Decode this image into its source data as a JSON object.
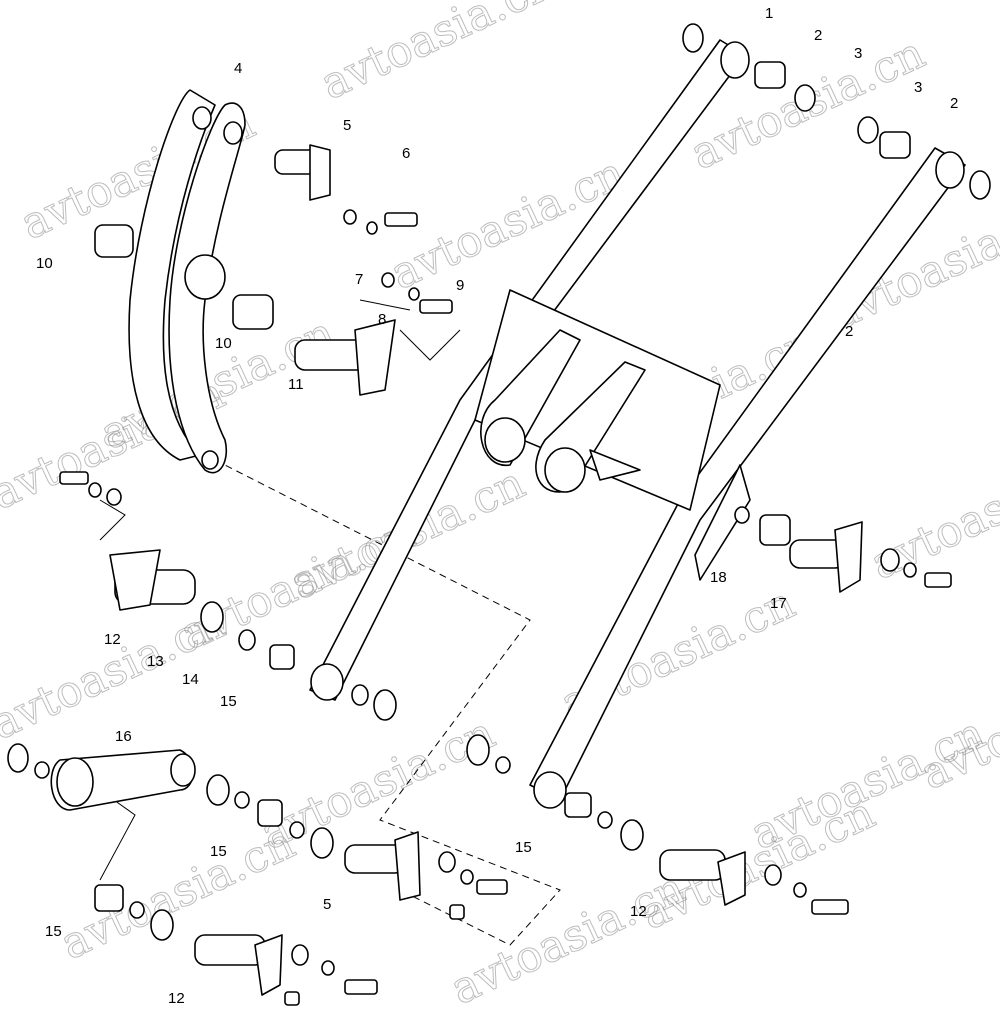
{
  "diagram": {
    "type": "exploded parts diagram - loader boom assembly",
    "watermark": "avtoasia.cn",
    "callouts": [
      "1",
      "2",
      "3",
      "3",
      "2",
      "4",
      "5",
      "6",
      "10",
      "7",
      "9",
      "8",
      "10",
      "11",
      "2",
      "12",
      "13",
      "14",
      "15",
      "16",
      "18",
      "17",
      "15",
      "15",
      "5",
      "15",
      "12",
      "12"
    ]
  }
}
